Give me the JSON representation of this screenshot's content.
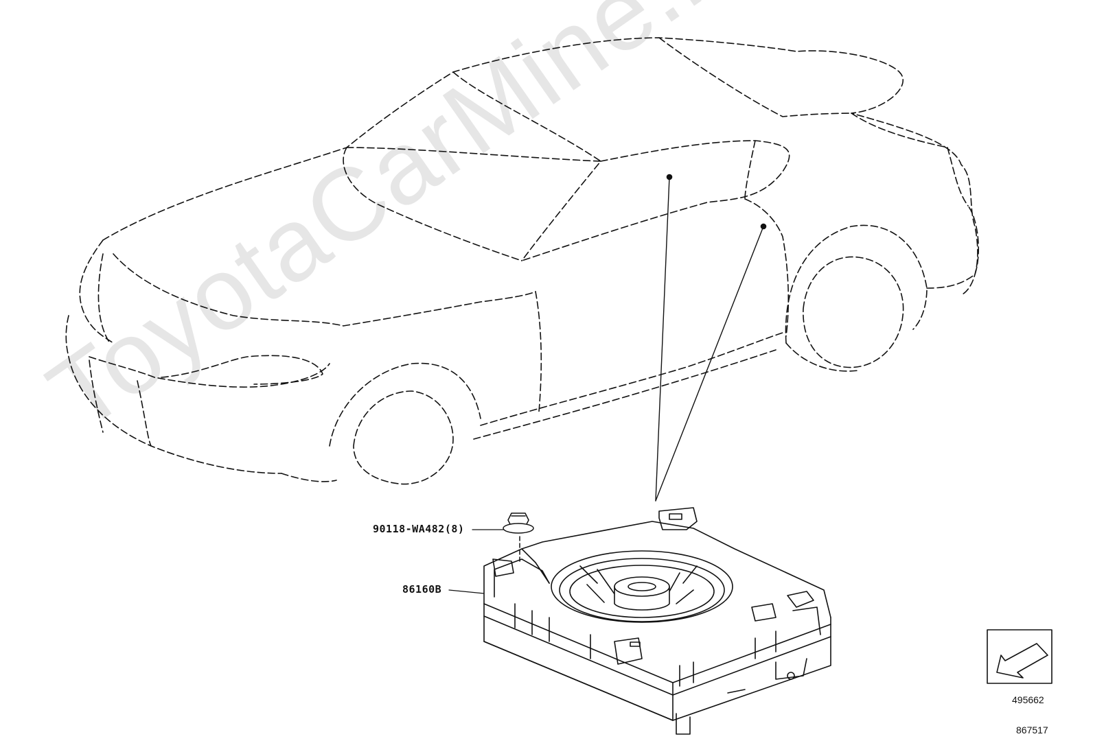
{
  "watermark": "ToyotaCarMine.ru",
  "parts": {
    "bolt_label": "90118-WA482(8)",
    "unit_label": "86160B"
  },
  "reference": {
    "view_code": "495662",
    "diagram_code": "867517"
  },
  "icons": {
    "direction_arrow": "arrow-down-left-icon"
  }
}
